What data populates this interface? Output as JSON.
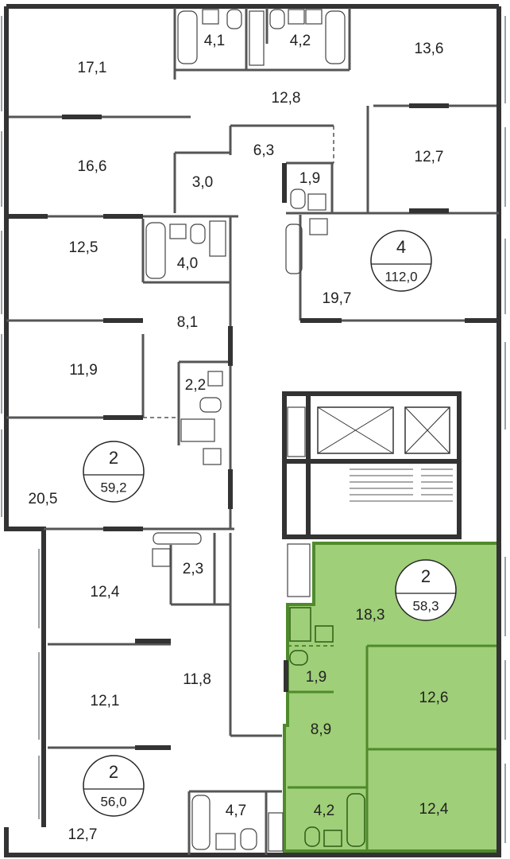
{
  "colors": {
    "wall": "#333333",
    "thin_wall": "#555555",
    "highlight_fill": "#9fcf78",
    "highlight_wall": "#4f8a2b",
    "window": "#9aa0a6"
  },
  "apartments": [
    {
      "rooms": "4",
      "area": "112,0"
    },
    {
      "rooms": "2",
      "area": "59,2"
    },
    {
      "rooms": "2",
      "area": "58,3"
    },
    {
      "rooms": "2",
      "area": "56,0"
    }
  ],
  "rooms": [
    {
      "label": "17,1"
    },
    {
      "label": "4,1"
    },
    {
      "label": "4,2"
    },
    {
      "label": "13,6"
    },
    {
      "label": "12,8"
    },
    {
      "label": "16,6"
    },
    {
      "label": "6,3"
    },
    {
      "label": "12,7"
    },
    {
      "label": "3,0"
    },
    {
      "label": "1,9"
    },
    {
      "label": "12,5"
    },
    {
      "label": "4,0"
    },
    {
      "label": "19,7"
    },
    {
      "label": "8,1"
    },
    {
      "label": "11,9"
    },
    {
      "label": "2,2"
    },
    {
      "label": "20,5"
    },
    {
      "label": "2,3"
    },
    {
      "label": "12,4"
    },
    {
      "label": "18,3"
    },
    {
      "label": "1,9"
    },
    {
      "label": "12,1"
    },
    {
      "label": "11,8"
    },
    {
      "label": "12,6"
    },
    {
      "label": "8,9"
    },
    {
      "label": "4,7"
    },
    {
      "label": "4,2"
    },
    {
      "label": "12,4"
    },
    {
      "label": "12,7"
    }
  ]
}
